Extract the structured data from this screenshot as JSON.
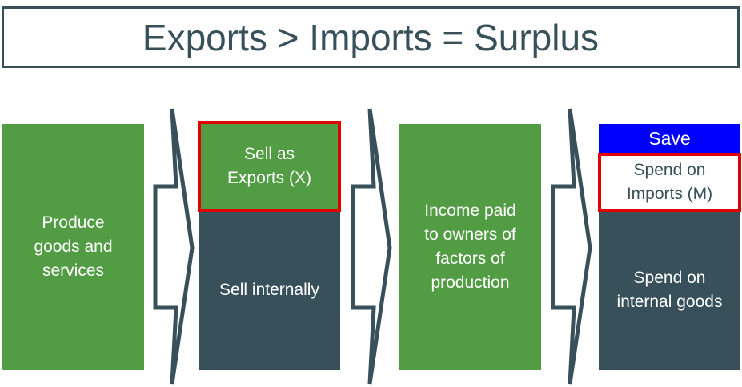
{
  "title": "Exports > Imports = Surplus",
  "boxes": {
    "produce": "Produce goods and services",
    "sell_exports": "Sell as Exports (X)",
    "sell_internally": "Sell internally",
    "income": "Income paid to owners of factors of production",
    "save": "Save",
    "spend_imports": "Spend on Imports (M)",
    "spend_internal": "Spend on internal goods"
  },
  "colors": {
    "green": "#529c44",
    "dark": "#37505a",
    "blue": "#0000ff",
    "highlight": "#e00000"
  }
}
